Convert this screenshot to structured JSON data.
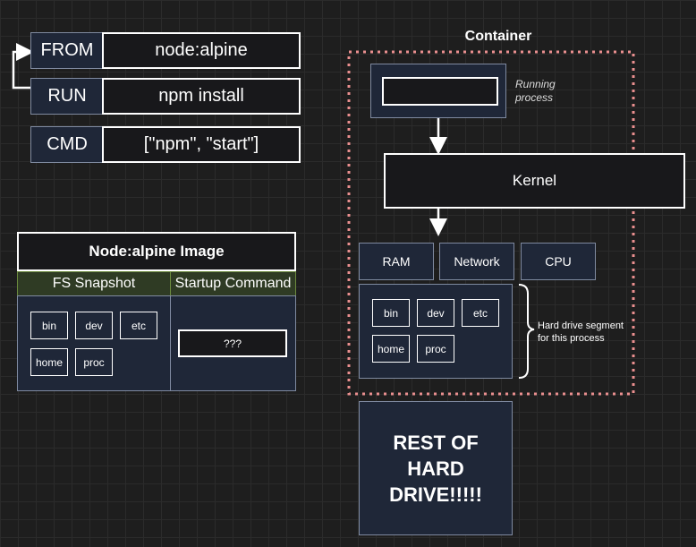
{
  "dockerfile": {
    "rows": [
      {
        "instruction": "FROM",
        "argument": "node:alpine"
      },
      {
        "instruction": "RUN",
        "argument": "npm install"
      },
      {
        "instruction": "CMD",
        "argument": "[\"npm\", \"start\"]"
      }
    ]
  },
  "image": {
    "title": "Node:alpine Image",
    "fs_header": "FS Snapshot",
    "startup_header": "Startup Command",
    "folders": [
      "bin",
      "dev",
      "etc",
      "home",
      "proc"
    ],
    "startup_value": "???"
  },
  "container": {
    "title": "Container",
    "process_label": "Running process",
    "kernel": "Kernel",
    "resources": [
      "RAM",
      "Network",
      "CPU"
    ],
    "folders": [
      "bin",
      "dev",
      "etc",
      "home",
      "proc"
    ],
    "segment_label": "Hard drive segment for this process"
  },
  "rest": {
    "label": "REST OF HARD DRIVE!!!!!"
  },
  "colors": {
    "background": "#1e1e1e",
    "navy": "#1f2738",
    "dashed_border": "#ea8f8f",
    "green_header": "#2f3b24"
  }
}
